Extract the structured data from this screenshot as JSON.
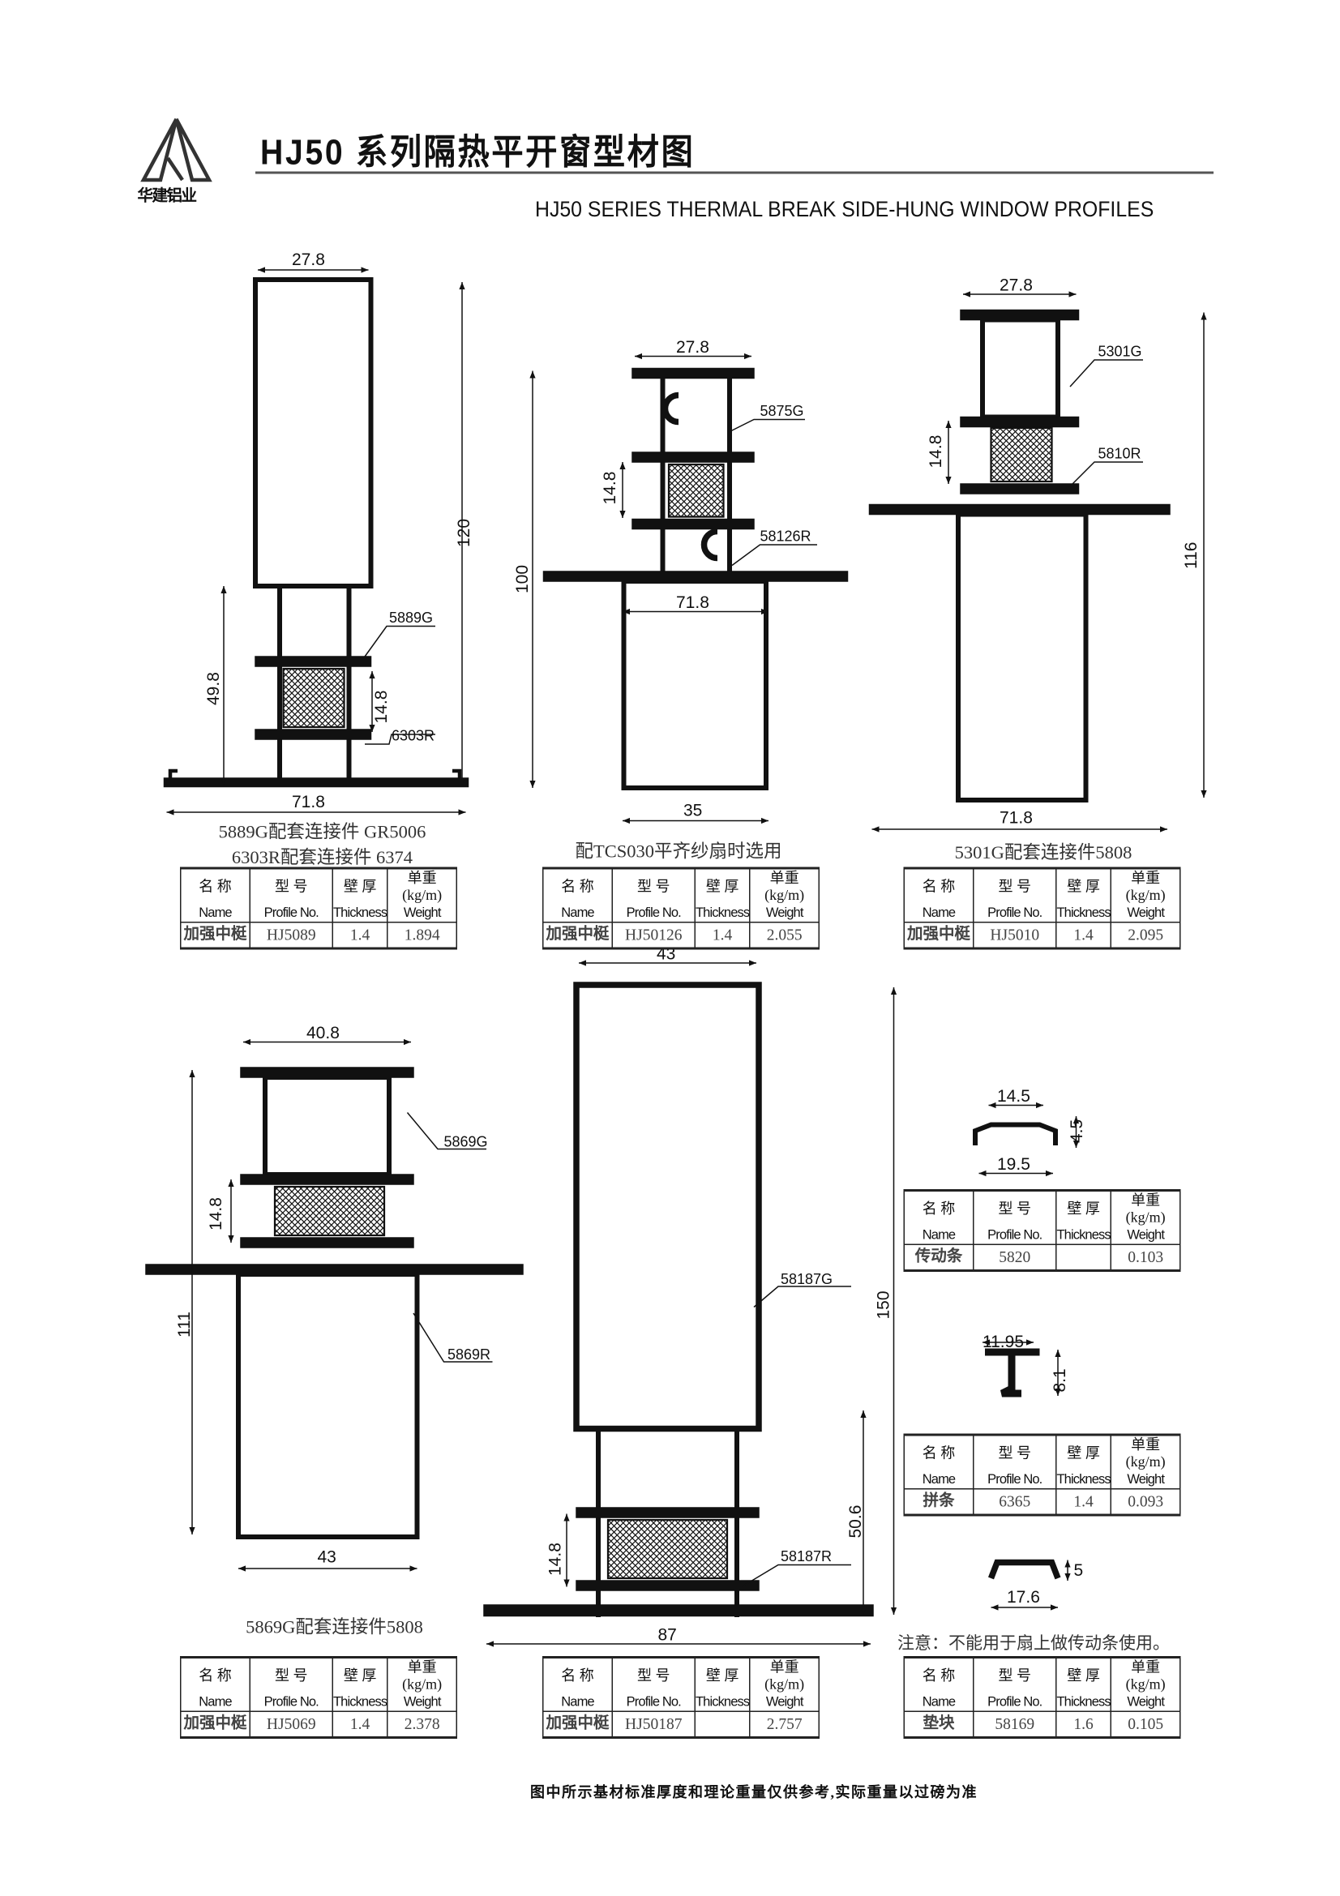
{
  "header": {
    "logo_text": "华建铝业",
    "title": "HJ50 系列隔热平开窗型材图",
    "subtitle": "HJ50 SERIES THERMAL BREAK SIDE-HUNG WINDOW PROFILES"
  },
  "table_headers": {
    "name_cn": "名 称",
    "name_en": "Name",
    "profile_cn": "型 号",
    "profile_en": "Profile No.",
    "thickness_cn": "壁 厚",
    "thickness_en": "Thickness",
    "weight_cn": "单重(kg/m)",
    "weight_en": "Weight"
  },
  "profiles": [
    {
      "dims": {
        "top_width": "27.8",
        "base_width": "71.8",
        "height": "120",
        "lower_height": "49.8",
        "break_width": "14.8"
      },
      "labels": [
        "5889G",
        "6303R"
      ],
      "caption": [
        "5889G配套连接件 GR5006",
        "6303R配套连接件 6374"
      ],
      "table": {
        "name": "加强中梃",
        "profile_no": "HJ5089",
        "thickness": "1.4",
        "weight": "1.894"
      }
    },
    {
      "dims": {
        "top_width": "27.8",
        "flange_width": "71.8",
        "box_width": "35",
        "height": "100",
        "break_width": "14.8"
      },
      "labels": [
        "5875G",
        "58126R"
      ],
      "caption": [
        "配TCS030平齐纱扇时选用"
      ],
      "table": {
        "name": "加强中梃",
        "profile_no": "HJ50126",
        "thickness": "1.4",
        "weight": "2.055"
      }
    },
    {
      "dims": {
        "top_width": "27.8",
        "base_width": "71.8",
        "height": "116",
        "break_width": "14.8"
      },
      "labels": [
        "5301G",
        "5810R"
      ],
      "caption": [
        "5301G配套连接件5808"
      ],
      "table": {
        "name": "加强中梃",
        "profile_no": "HJ5010",
        "thickness": "1.4",
        "weight": "2.095"
      }
    },
    {
      "dims": {
        "top_width": "40.8",
        "box_width": "43",
        "height": "111",
        "break_width": "14.8"
      },
      "labels": [
        "5869G",
        "5869R"
      ],
      "caption": [
        "5869G配套连接件5808"
      ],
      "table": {
        "name": "加强中梃",
        "profile_no": "HJ5069",
        "thickness": "1.4",
        "weight": "2.378"
      }
    },
    {
      "dims": {
        "top_width": "43",
        "base_width": "87",
        "height": "150",
        "lower_height": "50.6",
        "break_width": "14.8"
      },
      "labels": [
        "58187G",
        "58187R"
      ],
      "caption": [],
      "table": {
        "name": "加强中梃",
        "profile_no": "HJ50187",
        "thickness": "",
        "weight": "2.757"
      }
    }
  ],
  "small_profiles": [
    {
      "dims": [
        "14.5",
        "4.5",
        "19.5"
      ],
      "table": {
        "name": "传动条",
        "profile_no": "5820",
        "thickness": "",
        "weight": "0.103"
      }
    },
    {
      "dims": [
        "11.95",
        "8.1"
      ],
      "table": {
        "name": "拼条",
        "profile_no": "6365",
        "thickness": "1.4",
        "weight": "0.093"
      }
    },
    {
      "dims": [
        "5",
        "17.6"
      ],
      "table": {
        "name": "垫块",
        "profile_no": "58169",
        "thickness": "1.6",
        "weight": "0.105"
      }
    }
  ],
  "note": "注意：不能用于扇上做传动条使用。",
  "footer": "图中所示基材标准厚度和理论重量仅供参考,实际重量以过磅为准"
}
